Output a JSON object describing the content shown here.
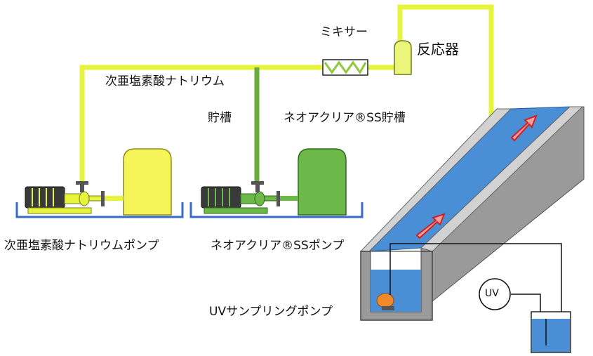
{
  "labels": {
    "mixer": "ミキサー",
    "reactor": "反応器",
    "hypochlorite": "次亜塩素酸ナトリウム",
    "storage_tank": "貯槽",
    "neoacria_tank": "ネオアクリア®SS貯槽",
    "hypochlorite_pump": "次亜塩素酸ナトリウムポンプ",
    "neoacria_pump": "ネオアクリア®SSポンプ",
    "uv_sampling_pump": "UVサンプリングポンプ",
    "uv": "UV"
  },
  "colors": {
    "yellow_line": "#e6f53c",
    "yellow_tank": "#f5f55a",
    "green_line": "#6aab3c",
    "green_tank": "#6cb848",
    "channel_gray": "#9a9a9a",
    "channel_light": "#d2d2d2",
    "water": "#4a8fd6",
    "pump_body": "#3a3a3a",
    "sampling_pump": "#f08a2a",
    "arrow": "#e03c3c"
  }
}
